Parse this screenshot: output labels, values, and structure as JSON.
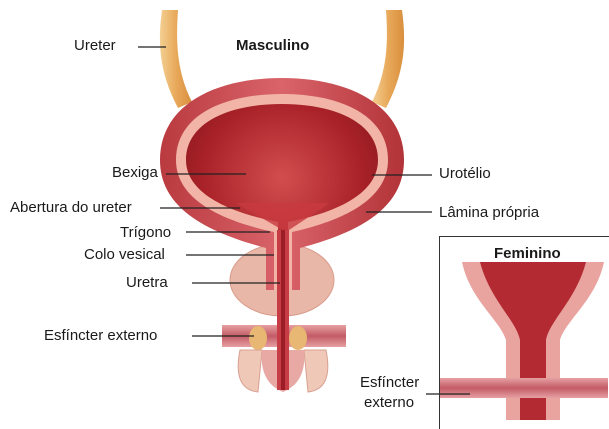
{
  "titles": {
    "male": "Masculino",
    "female": "Feminino"
  },
  "labels": {
    "ureter": "Ureter",
    "bexiga": "Bexiga",
    "abertura_ureter": "Abertura do ureter",
    "trigono": "Trígono",
    "colo_vesical": "Colo vesical",
    "uretra": "Uretra",
    "esfincter_externo_male": "Esfíncter externo",
    "urotelio": "Urotélio",
    "lamina_propria": "Lâmina própria",
    "esfincter_female_line1": "Esfíncter",
    "esfincter_female_line2": "externo"
  },
  "colors": {
    "bladder_outer": "#c9484a",
    "bladder_inner": "#b0272d",
    "urothelium": "#f2b9ad",
    "ureter": "#e8b774",
    "prostate": "#e8b3a6",
    "sphincter": "#c9737a",
    "leader": "#222222"
  }
}
